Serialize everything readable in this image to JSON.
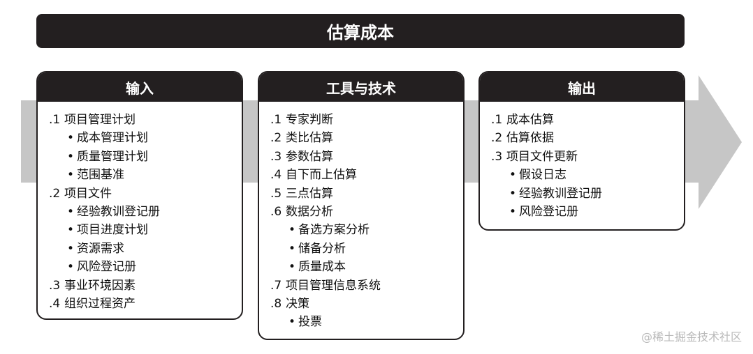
{
  "title": "估算成本",
  "colors": {
    "dark": "#231f20",
    "arrow": "#c6c6c6"
  },
  "panels": [
    {
      "header": "输入",
      "items": [
        {
          "num": ".1",
          "label": "项目管理计划",
          "subs": [
            "成本管理计划",
            "质量管理计划",
            "范围基准"
          ]
        },
        {
          "num": ".2",
          "label": "项目文件",
          "subs": [
            "经验教训登记册",
            "项目进度计划",
            "资源需求",
            "风险登记册"
          ]
        },
        {
          "num": ".3",
          "label": "事业环境因素",
          "subs": []
        },
        {
          "num": ".4",
          "label": "组织过程资产",
          "subs": []
        }
      ]
    },
    {
      "header": "工具与技术",
      "items": [
        {
          "num": ".1",
          "label": "专家判断",
          "subs": []
        },
        {
          "num": ".2",
          "label": "类比估算",
          "subs": []
        },
        {
          "num": ".3",
          "label": "参数估算",
          "subs": []
        },
        {
          "num": ".4",
          "label": "自下而上估算",
          "subs": []
        },
        {
          "num": ".5",
          "label": "三点估算",
          "subs": []
        },
        {
          "num": ".6",
          "label": "数据分析",
          "subs": [
            "备选方案分析",
            "储备分析",
            "质量成本"
          ]
        },
        {
          "num": ".7",
          "label": "项目管理信息系统",
          "subs": []
        },
        {
          "num": ".8",
          "label": "决策",
          "subs": [
            "投票"
          ]
        }
      ]
    },
    {
      "header": "输出",
      "items": [
        {
          "num": ".1",
          "label": "成本估算",
          "subs": []
        },
        {
          "num": ".2",
          "label": "估算依据",
          "subs": []
        },
        {
          "num": ".3",
          "label": "项目文件更新",
          "subs": [
            "假设日志",
            "经验教训登记册",
            "风险登记册"
          ]
        }
      ]
    }
  ],
  "bullet": "•",
  "watermark": "@稀土掘金技术社区"
}
